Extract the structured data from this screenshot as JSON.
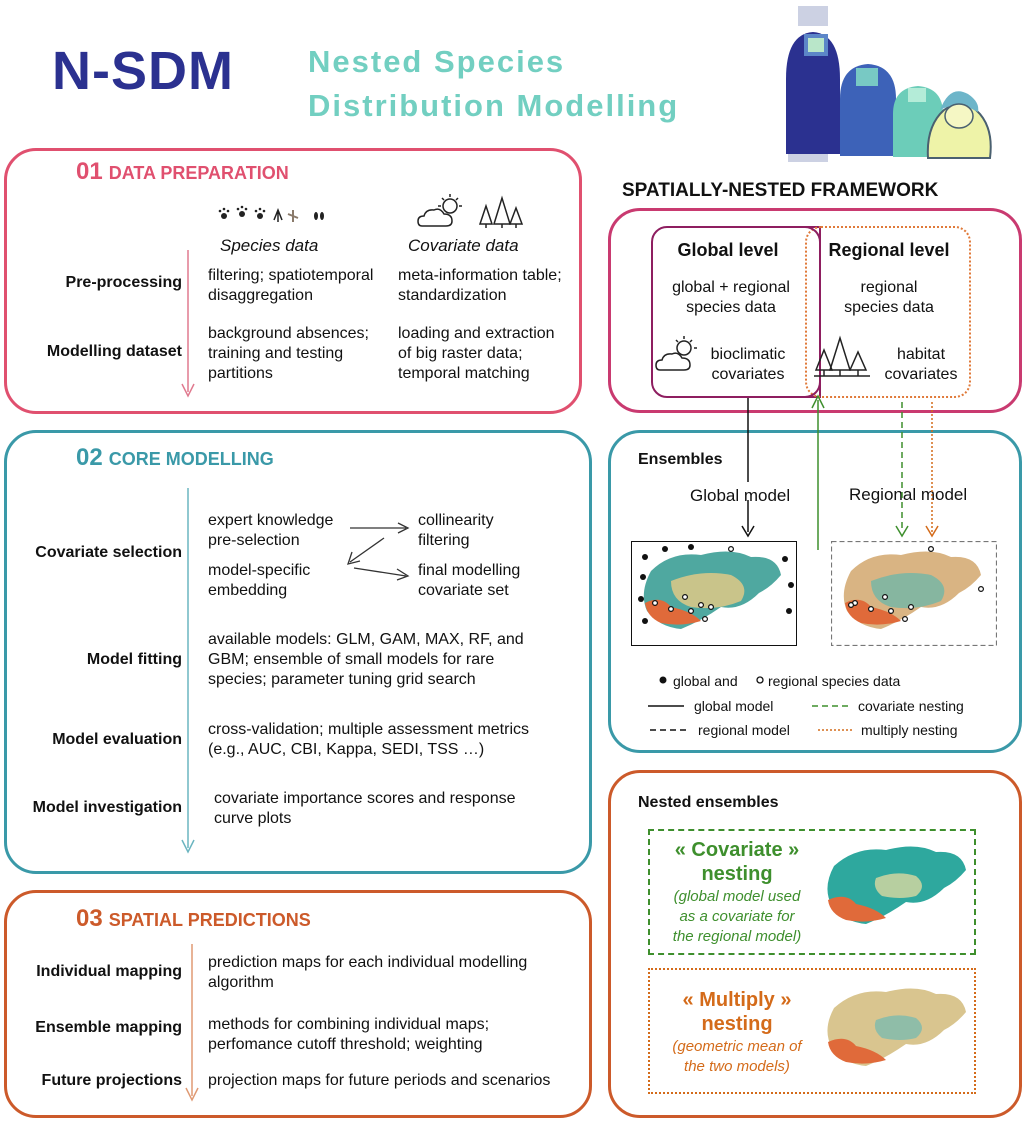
{
  "header": {
    "logo": "N-SDM",
    "subtitle_line1": "Nested Species",
    "subtitle_line2": "Distribution Modelling"
  },
  "colors": {
    "pink": "#e0506f",
    "teal": "#3a99a8",
    "orange": "#cc5a2a",
    "navy": "#2b3190",
    "mint": "#72cfc1",
    "magenta": "#b01e6e",
    "green": "#3e8f2d",
    "dark_orange": "#d46b1a"
  },
  "data_prep": {
    "number": "01",
    "title": "DATA PREPARATION",
    "species_header": "Species data",
    "covariate_header": "Covariate data",
    "rows": [
      {
        "label": "Pre-processing",
        "species": "filtering; spatiotemporal\ndisaggregation",
        "covariate": "meta-information table;\nstandardization"
      },
      {
        "label": "Modelling dataset",
        "species": "background absences;\ntraining and testing\npartitions",
        "covariate": "loading and extraction\nof big raster data;\ntemporal matching"
      }
    ]
  },
  "core": {
    "number": "02",
    "title": "CORE MODELLING",
    "covariate_selection": {
      "label": "Covariate selection",
      "expert": "expert knowledge\npre-selection",
      "collinearity": "collinearity\nfiltering",
      "embedding": "model-specific\nembedding",
      "final": "final modelling\ncovariate set"
    },
    "rows": [
      {
        "label": "Model fitting",
        "text": "available models: GLM, GAM, MAX, RF, and\nGBM; ensemble of small models for rare\nspecies; parameter tuning grid search"
      },
      {
        "label": "Model evaluation",
        "text": "cross-validation; multiple assessment metrics\n(e.g., AUC, CBI, Kappa, SEDI, TSS …)"
      },
      {
        "label": "Model investigation",
        "text": "covariate importance scores and response\ncurve plots"
      }
    ]
  },
  "spatial": {
    "number": "03",
    "title": "SPATIAL PREDICTIONS",
    "rows": [
      {
        "label": "Individual mapping",
        "text": "prediction maps for each individual modelling\nalgorithm"
      },
      {
        "label": "Ensemble mapping",
        "text": "methods for combining individual maps;\nperfomance cutoff threshold; weighting"
      },
      {
        "label": "Future projections",
        "text": "projection maps for future periods and scenarios"
      }
    ]
  },
  "framework": {
    "title": "SPATIALLY-NESTED FRAMEWORK",
    "global": {
      "title": "Global level",
      "data": "global + regional\nspecies data",
      "covariates": "bioclimatic\ncovariates"
    },
    "regional": {
      "title": "Regional level",
      "data": "regional\nspecies data",
      "covariates": "habitat\ncovariates"
    }
  },
  "ensembles": {
    "title": "Ensembles",
    "global_model": "Global model",
    "regional_model": "Regional model",
    "legend": {
      "global_and": "global and",
      "regional_species": "regional species data",
      "global_model": "global model",
      "regional_model": "regional model",
      "covariate_nesting": "covariate nesting",
      "multiply_nesting": "multiply nesting"
    }
  },
  "nested": {
    "title": "Nested ensembles",
    "covariate": {
      "title": "« Covariate »\nnesting",
      "desc": "(global model used\nas a covariate for\nthe regional model)"
    },
    "multiply": {
      "title": "« Multiply »\nnesting",
      "desc": "(geometric mean of\nthe two models)"
    }
  }
}
